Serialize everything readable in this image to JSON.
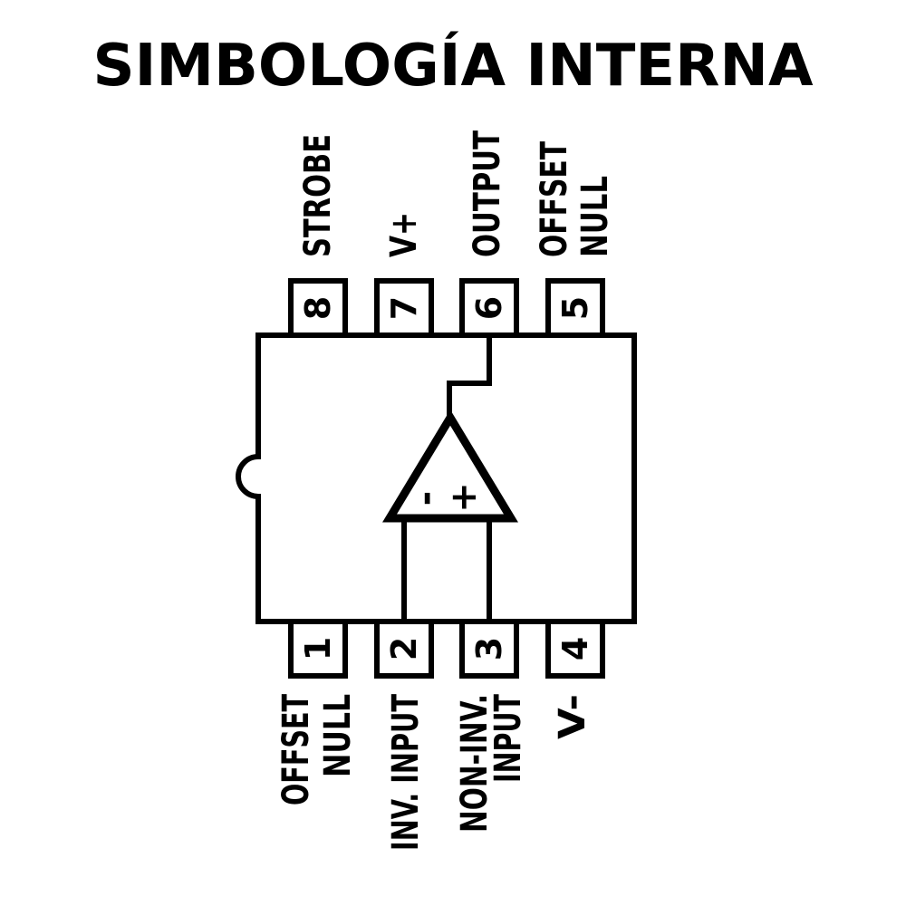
{
  "title": "SIMBOLOGÍA INTERNA",
  "colors": {
    "ink": "#000000",
    "paper": "#ffffff"
  },
  "chip": {
    "opamp": {
      "minus": "-",
      "plus": "+"
    },
    "pins_top": [
      {
        "number": "8",
        "label_lines": [
          "STROBE"
        ]
      },
      {
        "number": "7",
        "label_lines": [
          "V+"
        ]
      },
      {
        "number": "6",
        "label_lines": [
          "OUTPUT"
        ]
      },
      {
        "number": "5",
        "label_lines": [
          "OFFSET",
          "NULL"
        ]
      }
    ],
    "pins_bottom": [
      {
        "number": "1",
        "label_lines": [
          "OFFSET",
          "NULL"
        ]
      },
      {
        "number": "2",
        "label_lines": [
          "INV. INPUT"
        ]
      },
      {
        "number": "3",
        "label_lines": [
          "NON-INV.",
          "INPUT"
        ]
      },
      {
        "number": "4",
        "label_lines": [
          "V-"
        ]
      }
    ]
  }
}
